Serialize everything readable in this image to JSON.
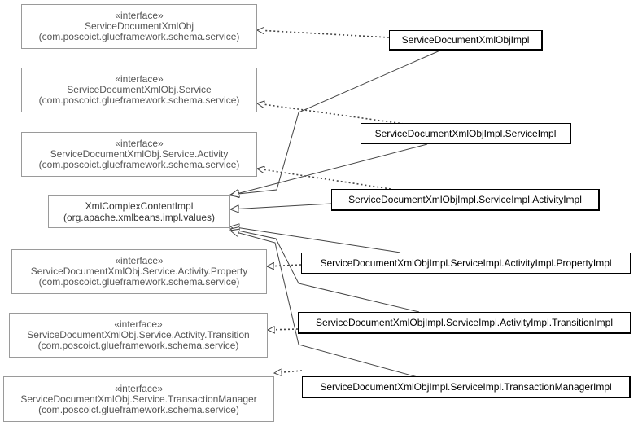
{
  "interfaces": [
    {
      "stereotype": "«interface»",
      "name": "ServiceDocumentXmlObj",
      "package": "(com.poscoict.glueframework.schema.service)"
    },
    {
      "stereotype": "«interface»",
      "name": "ServiceDocumentXmlObj.Service",
      "package": "(com.poscoict.glueframework.schema.service)"
    },
    {
      "stereotype": "«interface»",
      "name": "ServiceDocumentXmlObj.Service.Activity",
      "package": "(com.poscoict.glueframework.schema.service)"
    },
    {
      "stereotype": "«interface»",
      "name": "ServiceDocumentXmlObj.Service.Activity.Property",
      "package": "(com.poscoict.glueframework.schema.service)"
    },
    {
      "stereotype": "«interface»",
      "name": "ServiceDocumentXmlObj.Service.Activity.Transition",
      "package": "(com.poscoict.glueframework.schema.service)"
    },
    {
      "stereotype": "«interface»",
      "name": "ServiceDocumentXmlObj.Service.TransactionManager",
      "package": "(com.poscoict.glueframework.schema.service)"
    }
  ],
  "base": {
    "name": "XmlComplexContentImpl",
    "package": "(org.apache.xmlbeans.impl.values)"
  },
  "impls": [
    {
      "name": "ServiceDocumentXmlObjImpl"
    },
    {
      "name": "ServiceDocumentXmlObjImpl.ServiceImpl"
    },
    {
      "name": "ServiceDocumentXmlObjImpl.ServiceImpl.ActivityImpl"
    },
    {
      "name": "ServiceDocumentXmlObjImpl.ServiceImpl.ActivityImpl.PropertyImpl"
    },
    {
      "name": "ServiceDocumentXmlObjImpl.ServiceImpl.ActivityImpl.TransitionImpl"
    },
    {
      "name": "ServiceDocumentXmlObjImpl.ServiceImpl.TransactionManagerImpl"
    }
  ],
  "colors": {
    "interface_border": "#9a9a9a",
    "impl_border": "#000000",
    "edge": "#444444"
  }
}
